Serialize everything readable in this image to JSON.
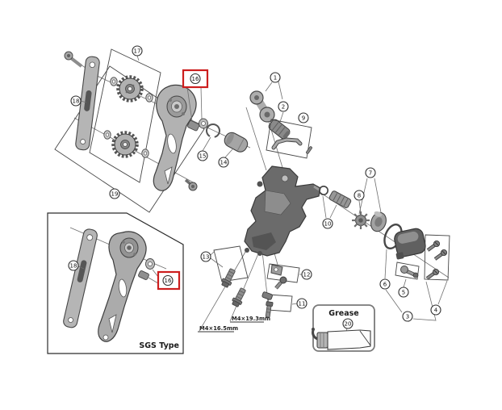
{
  "diagram": {
    "title": "rear derailleur exploded parts diagram",
    "highlighted_item": "16",
    "callouts": {
      "c1": "1",
      "c2": "2",
      "c3": "3",
      "c4": "4",
      "c5": "5",
      "c6": "6",
      "c7": "7",
      "c8": "8",
      "c9": "9",
      "c10": "10",
      "c11": "11",
      "c12": "12",
      "c13": "13",
      "c14": "14",
      "c15": "15",
      "c16": "16",
      "c17": "17",
      "c18": "18",
      "c19": "19",
      "c20": "20"
    },
    "labels": {
      "sgs_type": "SGS Type",
      "grease": "Grease",
      "bolt_length_long": "M4×19.3mm",
      "bolt_length_short": "M4×16.5mm"
    },
    "colors": {
      "highlight_red": "#cc1e1e",
      "leader_line": "#6f6f6f",
      "part_light": "#c4c4c4",
      "part_mid": "#9a9a9a",
      "part_dark": "#606060",
      "background": "#ffffff"
    }
  }
}
